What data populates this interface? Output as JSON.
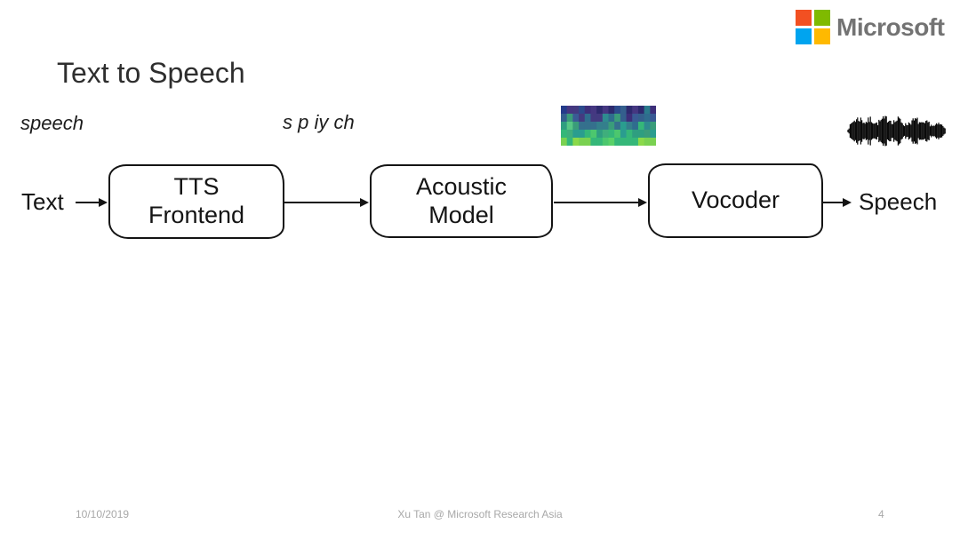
{
  "slide": {
    "title": "Text to Speech",
    "background_color": "#ffffff"
  },
  "logo": {
    "text": "Microsoft",
    "text_color": "#737373",
    "square_colors": {
      "top_left": "#f25022",
      "top_right": "#7fba00",
      "bottom_left": "#00a4ef",
      "bottom_right": "#ffb900"
    }
  },
  "annotations": {
    "word": "speech",
    "phonemes": "s p iy ch"
  },
  "diagram": {
    "input_label": "Text",
    "output_label": "Speech",
    "nodes": [
      {
        "label_line1": "TTS",
        "label_line2": "Frontend"
      },
      {
        "label_line1": "Acoustic",
        "label_line2": "Model"
      },
      {
        "label_line1": "Vocoder",
        "label_line2": ""
      }
    ]
  },
  "footer": {
    "date": "10/10/2019",
    "credit": "Xu Tan @ Microsoft Research Asia",
    "page_number": "4"
  },
  "graphics": {
    "spectrogram_palette": [
      [
        "#2d2a6e",
        "#3d2f7a",
        "#243b8a",
        "#453781",
        "#2c4a8c"
      ],
      [
        "#345f8d",
        "#433a80",
        "#2a7a8c",
        "#3a5a95",
        "#2f6d8e"
      ],
      [
        "#2a8a8a",
        "#35708d",
        "#3a9c7a",
        "#2e8b8f",
        "#347f8c"
      ],
      [
        "#35b779",
        "#2a9d8f",
        "#57c785",
        "#3fae7c",
        "#2f9e80"
      ],
      [
        "#5ad168",
        "#35b779",
        "#7ad151",
        "#4cc76e",
        "#8bd94a"
      ]
    ],
    "waveform_color": "#0a0a0a",
    "waveform_envelope": [
      0.15,
      0.8,
      0.95,
      0.65,
      0.9,
      0.55,
      0.85,
      0.95,
      0.7,
      0.9,
      0.45,
      0.7,
      0.85,
      0.5,
      0.65,
      0.35,
      0.55,
      0.25
    ]
  }
}
